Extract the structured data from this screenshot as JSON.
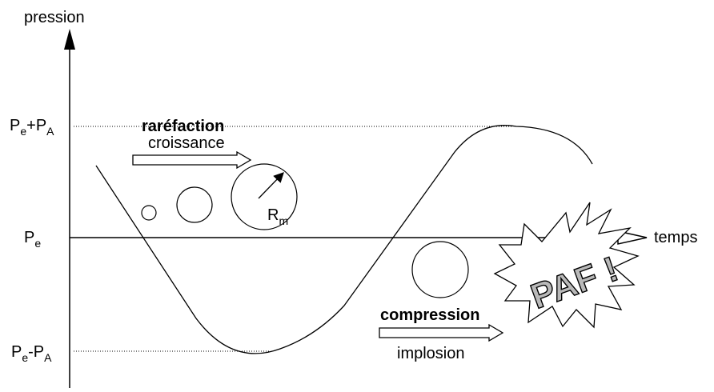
{
  "axes": {
    "y_label": "pression",
    "x_label": "temps"
  },
  "levels": {
    "max": {
      "main": "P",
      "sub1": "e",
      "op": "+P",
      "sub2": "A"
    },
    "mid": {
      "main": "P",
      "sub1": "e"
    },
    "min": {
      "main": "P",
      "sub1": "e",
      "op": "-P",
      "sub2": "A"
    }
  },
  "phases": {
    "rarefaction": {
      "title": "raréfaction",
      "subtitle": "croissance"
    },
    "compression": {
      "title": "compression",
      "subtitle": "implosion"
    }
  },
  "bubble": {
    "radius_main": "R",
    "radius_sub": "m"
  },
  "burst_text": "PAF !",
  "colors": {
    "line": "#000000",
    "background": "#ffffff",
    "burst_text": "#b9b9b9"
  }
}
